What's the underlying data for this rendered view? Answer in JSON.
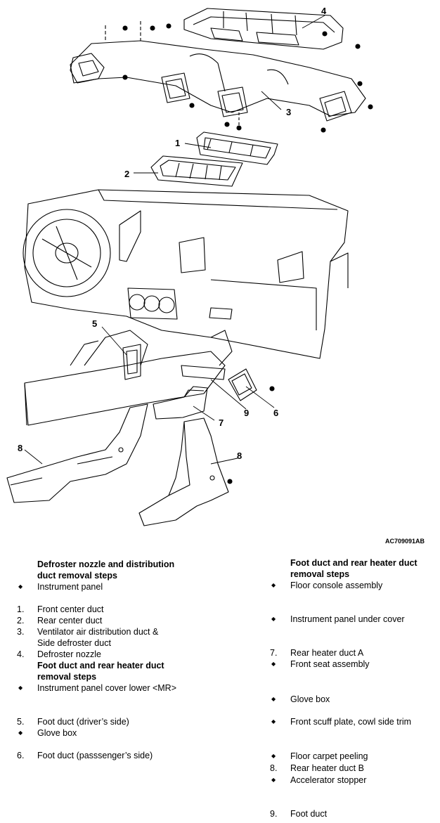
{
  "figure": {
    "code": "AC709091AB",
    "callouts": [
      "1",
      "2",
      "3",
      "4",
      "5",
      "6",
      "7",
      "8",
      "8",
      "9"
    ]
  },
  "left_column": {
    "heading_1": [
      "Defroster nozzle and distribution",
      "duct removal steps"
    ],
    "items_1": [
      {
        "marker": "bullet",
        "text": "Instrument panel"
      },
      {
        "marker": "1.",
        "text": "Front center duct"
      },
      {
        "marker": "2.",
        "text": "Rear center duct"
      },
      {
        "marker": "3.",
        "text": "Ventilator air distribution duct &"
      },
      {
        "marker": "",
        "text": "Side defroster duct"
      },
      {
        "marker": "4.",
        "text": "Defroster nozzle"
      }
    ],
    "heading_2": [
      "Foot duct and rear heater duct",
      "removal steps"
    ],
    "items_2": [
      {
        "marker": "bullet",
        "text": "Instrument panel cover lower <MR>"
      },
      {
        "marker": "5.",
        "text": "Foot duct (driver’s side)"
      },
      {
        "marker": "bullet",
        "text": "Glove box"
      },
      {
        "marker": "6.",
        "text": "Foot duct (passsenger’s side)"
      }
    ]
  },
  "right_column": {
    "heading": [
      "Foot duct and rear heater duct",
      "removal steps"
    ],
    "items": [
      {
        "marker": "bullet",
        "text": "Floor console assembly"
      },
      {
        "marker": "bullet",
        "text": "Instrument panel under cover"
      },
      {
        "marker": "7.",
        "text": "Rear heater duct A"
      },
      {
        "marker": "bullet",
        "text": "Front seat assembly"
      },
      {
        "marker": "bullet",
        "text": "Glove box"
      },
      {
        "marker": "bullet",
        "text": "Front scuff plate, cowl side trim"
      },
      {
        "marker": "bullet",
        "text": "Floor carpet peeling"
      },
      {
        "marker": "8.",
        "text": "Rear heater duct B"
      },
      {
        "marker": "bullet",
        "text": "Accelerator stopper"
      },
      {
        "marker": "9.",
        "text": "Foot duct"
      }
    ]
  }
}
